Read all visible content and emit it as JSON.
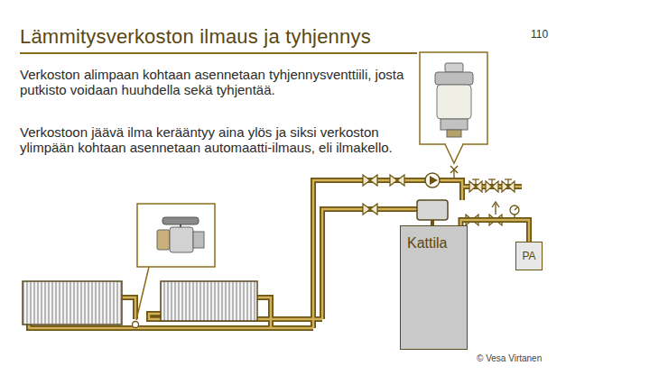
{
  "diagram": {
    "title": "Lämmitysverkoston ilmaus ja tyhjennys",
    "nodes": [
      {
        "text": [
          "Kattila"
        ]
      },
      {
        "text": [
          "PA"
        ]
      }
    ],
    "edges": [
      {
        "from": 0,
        "to": 1,
        "arrow": "none"
      }
    ],
    "labels": [
      "110",
      "Verkoston alimpaan kohtaan asennetaan tyhjennysventtiili, josta putkisto voidaan huuhdella sekä tyhjentää.",
      "Verkostoon jäävä ilma kerääntyy aina ylös ja siksi verkoston ylimpään kohtaan asennetaan automaatti-ilmaus, eli ilmakello.",
      "© Vesa Virtanen"
    ]
  }
}
